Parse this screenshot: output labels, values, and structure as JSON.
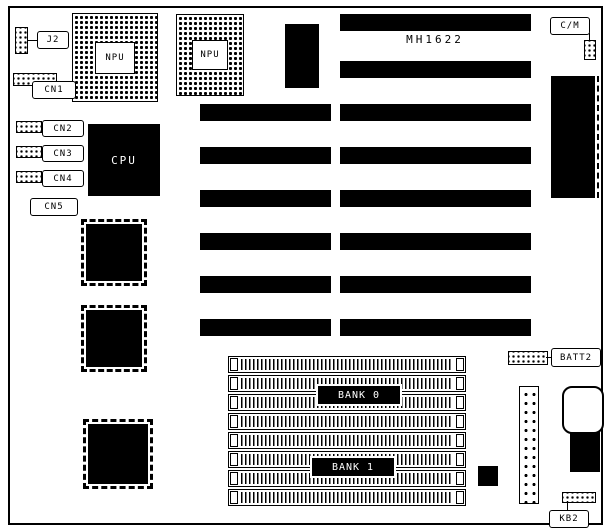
{
  "board_title": "MH1622",
  "labels": {
    "j2": "J2",
    "cn1": "CN1",
    "cn2": "CN2",
    "cn3": "CN3",
    "cn4": "CN4",
    "cn5": "CN5",
    "cm": "C/M",
    "batt2": "BATT2",
    "kb2": "KB2"
  },
  "chips": {
    "npu1": "NPU",
    "npu2": "NPU",
    "cpu": "CPU"
  },
  "memory": {
    "bank0": "BANK 0",
    "bank1": "BANK 1"
  },
  "colors": {
    "ink": "#000000",
    "paper": "#ffffff"
  }
}
